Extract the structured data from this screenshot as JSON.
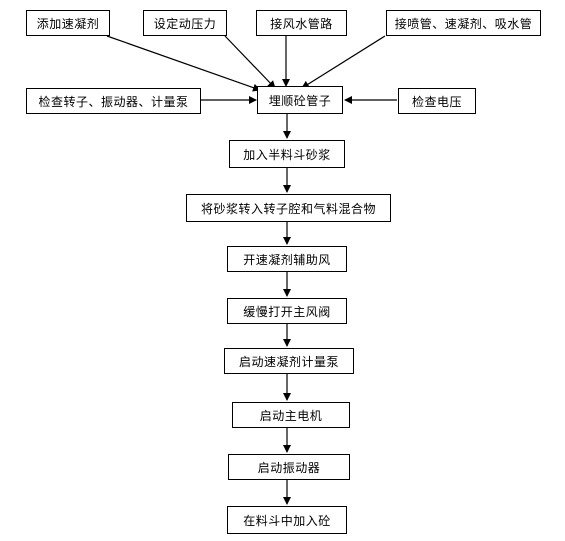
{
  "flowchart": {
    "inputs_top": [
      "添加速凝剂",
      "设定动压力",
      "接风水管路",
      "接喷管、速凝剂、吸水管"
    ],
    "input_left": "检查转子、振动器、计量泵",
    "input_right": "检查电压",
    "center": "埋顺砼管子",
    "steps": [
      "加入半料斗砂浆",
      "将砂浆转入转子腔和气料混合物",
      "开速凝剂辅助风",
      "缓慢打开主风阀",
      "启动速凝剂计量泵",
      "启动主电机",
      "启动振动器",
      "在料斗中加入砼"
    ]
  },
  "colors": {
    "line": "#000000",
    "box_border": "#000000",
    "background": "#ffffff"
  }
}
